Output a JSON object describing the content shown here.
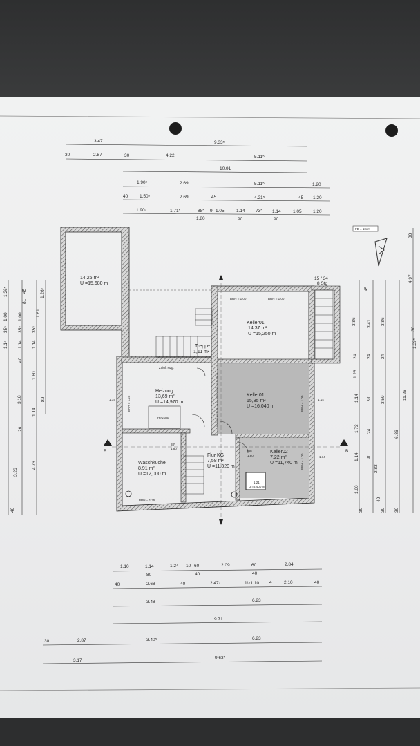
{
  "top_dims": {
    "row1": [
      "3.47",
      "9.33⁵"
    ],
    "row2": [
      "30",
      "2.87",
      "30",
      "4.22",
      "5.11⁵"
    ],
    "row3": [
      "10.91"
    ],
    "row4": [
      "1.90⁵",
      "2.69",
      "5.11⁵",
      "1.20"
    ],
    "row5": [
      "40",
      "1.50⁵",
      "2.69",
      "45",
      "4.21⁵",
      "45",
      "1.20"
    ],
    "row6": [
      "1.90⁵",
      "1.71⁵",
      "88⁵",
      "9",
      "1.05",
      "1.14",
      "73⁵",
      "1.14",
      "1.05",
      "1.20"
    ],
    "row6_sub": [
      "1.80",
      "90",
      "90"
    ]
  },
  "rooms": {
    "annex": {
      "area": "14,26 m²",
      "perimeter": "U =15,680 m"
    },
    "keller01_top": {
      "name": "Keller01",
      "area": "14,37 m²",
      "perimeter": "U =15,250 m"
    },
    "treppe": {
      "name": "Treppe",
      "area": "1,11 m²"
    },
    "heizung": {
      "name": "Heizung",
      "area": "13,69 m²",
      "perimeter": "U =14,970 m"
    },
    "keller01_mid": {
      "name": "Keller01",
      "area": "15,85 m²",
      "perimeter": "U =16,040 m"
    },
    "waschkueche": {
      "name": "Waschküche",
      "area": "8,91 m²",
      "perimeter": "U =12,000 m"
    },
    "flur": {
      "name": "Flur KG",
      "area": "7,58 m²",
      "perimeter": "U =11,320 m"
    },
    "keller02": {
      "name": "Keller02",
      "area": "7,22 m²",
      "perimeter": "U =11,740 m"
    }
  },
  "plan_labels": {
    "stair_label": "15 / 34",
    "stair_sub": "8 Stg",
    "brh1": "BRH = 1.00",
    "brh_wk": "BRH = 1.25",
    "brh_h": "BRH = 1.25",
    "brh_k": "BRH = 1.00",
    "zuluft": "Zuluft Hzg.",
    "heizung_box": "Heizung",
    "section": "B",
    "scale_box": "FB = 10cm",
    "dim_114": "1.14",
    "dim_88": "88⁵",
    "dim_180": "1.80",
    "dim_121": "1.21",
    "dim_400": "U =4,400 m"
  },
  "bottom_dims": {
    "row1": [
      "1.10",
      "1.14",
      "1.24",
      "10",
      "60",
      "2.09",
      "60",
      "2.84"
    ],
    "row1_sub": [
      "80",
      "40",
      "40"
    ],
    "row2": [
      "40",
      "2.68",
      "40",
      "2.47⁵",
      "1¹⁵1.10",
      "4",
      "2.10",
      "40"
    ],
    "row3": [
      "3.48",
      "6.23"
    ],
    "row4": [
      "9.71"
    ],
    "row5": [
      "30",
      "2.87",
      "3.40⁵",
      "6.23"
    ],
    "row6": [
      "3.17",
      "9.63⁵"
    ]
  },
  "left_dims": {
    "col1": [
      "1.14",
      "35⁵",
      "1.00",
      "1.26⁵",
      "3.18",
      "3.26",
      "40"
    ],
    "col2": [
      "1.14",
      "35⁵",
      "1.00",
      "81",
      "45",
      "40",
      "26",
      "3.18"
    ],
    "col3": [
      "1.14",
      "35⁵",
      "1.61",
      "1.26⁵",
      "1.60",
      "1.14",
      "4.76"
    ],
    "col4": [
      "89"
    ]
  },
  "right_dims": {
    "col1": [
      "3.86",
      "24",
      "1.26",
      "1.14",
      "1.72",
      "1.14",
      "1.60",
      "30"
    ],
    "col2": [
      "45",
      "3.41",
      "24",
      "90",
      "24",
      "90",
      "40"
    ],
    "col3": [
      "3.86",
      "24",
      "3.59",
      "2.83",
      "30"
    ],
    "col4": [
      "4.97",
      "6.86",
      "30"
    ],
    "col5": [
      "30",
      "1.39⁵",
      "11.26",
      "30"
    ]
  }
}
